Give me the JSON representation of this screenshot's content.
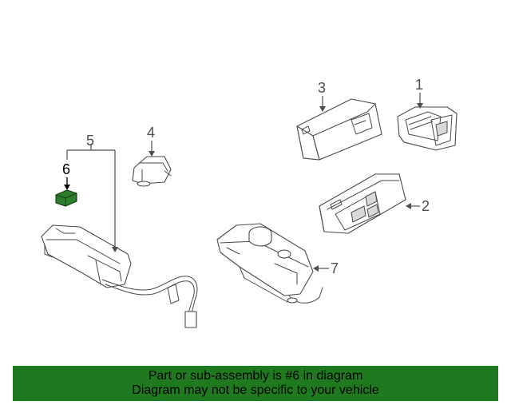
{
  "diagram": {
    "callouts": [
      {
        "id": "1",
        "label": "1"
      },
      {
        "id": "2",
        "label": "2"
      },
      {
        "id": "3",
        "label": "3"
      },
      {
        "id": "4",
        "label": "4"
      },
      {
        "id": "5",
        "label": "5"
      },
      {
        "id": "6",
        "label": "6"
      },
      {
        "id": "7",
        "label": "7"
      }
    ],
    "highlight_part": "6",
    "highlight_color": "#2e7d2e"
  },
  "banner": {
    "line1": "Part or sub-assembly is #6 in diagram",
    "line2": "Diagram may not be specific to your vehicle",
    "background": "#1f7a1f"
  }
}
